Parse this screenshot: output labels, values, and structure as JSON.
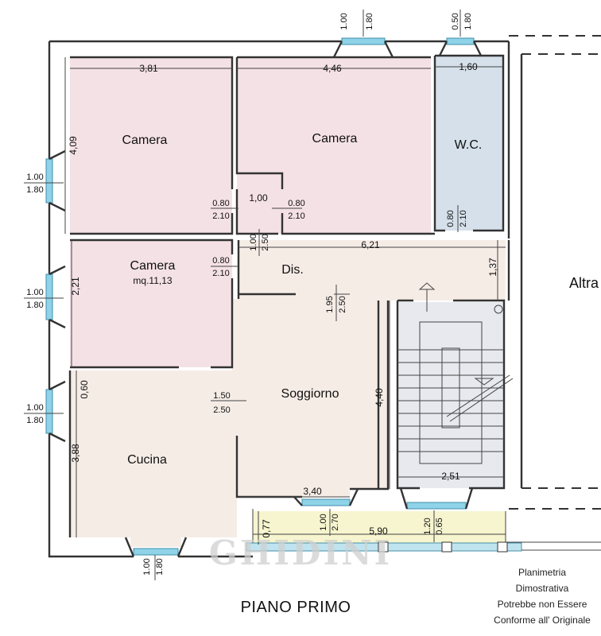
{
  "title": "PIANO PRIMO",
  "watermark": "GHIDINI",
  "note": [
    "Planimetria",
    "Dimostrativa",
    "Potrebbe non Essere",
    "Conforme all' Originale"
  ],
  "rooms": {
    "camera_1": "Camera",
    "camera_2": "Camera",
    "wc": "W.C.",
    "camera_3": "Camera",
    "camera_3_area": "mq.11,13",
    "dis": "Dis.",
    "soggiorno": "Soggiorno",
    "cucina": "Cucina",
    "altra": "Altra"
  },
  "dimensions": {
    "d381": "3,81",
    "d446": "4,46",
    "d160": "1,60",
    "d409": "4,09",
    "d100_door": "1,00",
    "d621": "6,21",
    "d137": "1,37",
    "d221": "2,21",
    "d060": "0,60",
    "d388": "3,88",
    "d440": "4,40",
    "d251": "2,51",
    "d340": "3,40",
    "d590": "5,90",
    "d077": "0,77",
    "w_top_1_a": "1.00",
    "w_top_1_b": "1.80",
    "w_top_2_a": "0.50",
    "w_top_2_b": "1.80",
    "w_left_1_a": "1.00",
    "w_left_1_b": "1.80",
    "w_left_2_a": "1.00",
    "w_left_2_b": "1.80",
    "w_left_3_a": "1.00",
    "w_left_3_b": "1.80",
    "w_bot_1_a": "1.00",
    "w_bot_1_b": "1.80",
    "door_1_a": "0.80",
    "door_1_b": "2.10",
    "door_2_a": "0.80",
    "door_2_b": "2.10",
    "door_3_a": "0.80",
    "door_3_b": "2.10",
    "door_wc_a": "0.80",
    "door_wc_b": "2.10",
    "door_dis_a": "1.00",
    "door_dis_b": "2.50",
    "door_sog_a": "1.95",
    "door_sog_b": "2.50",
    "door_sog2_a": "1.50",
    "door_sog2_b": "2.50",
    "door_balc_a": "1.00",
    "door_balc_b": "2.70",
    "door_balc2_a": "1.20",
    "door_balc2_b": "0.65"
  }
}
